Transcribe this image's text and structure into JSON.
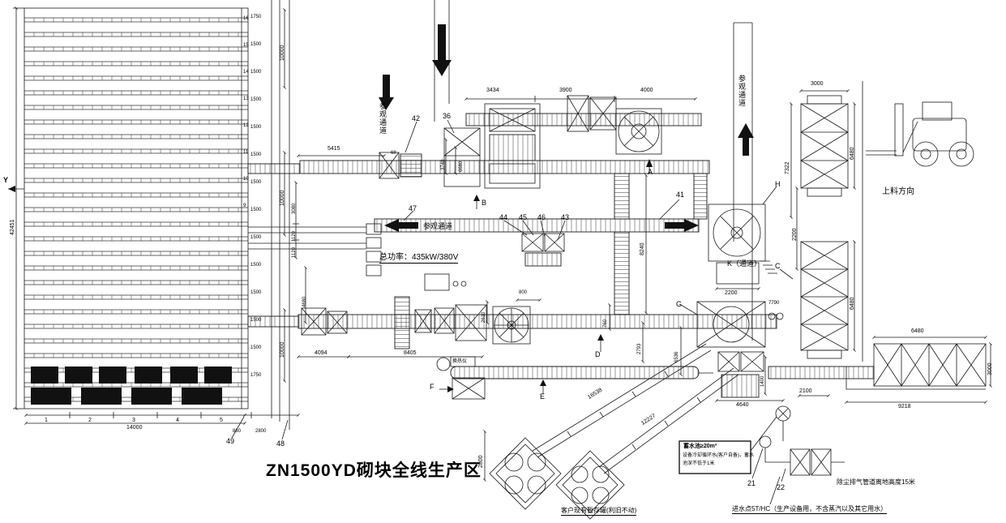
{
  "title": "ZN1500YD砌块全线生产区",
  "axes": {
    "y": "Y"
  },
  "corridors": {
    "visitor_top": "参观通道",
    "visitor_right": "参观通道",
    "visitor_mid": "参观通道",
    "k_passage": "K（通道）",
    "loading_direction": "上料方向"
  },
  "power": "总功率：435kW/380V",
  "sections": {
    "a": "A",
    "b": "B",
    "c": "C",
    "d": "D",
    "e": "E",
    "f": "F",
    "g": "G",
    "h": "H"
  },
  "callouts": {
    "c21": "21",
    "c22": "22",
    "c36": "36",
    "c41": "41",
    "c42": "42",
    "c43": "43",
    "c44": "44",
    "c45": "45",
    "c46": "46",
    "c47": "47",
    "c48": "48",
    "c49": "49"
  },
  "left_rack": {
    "bays": [
      "1",
      "2",
      "3",
      "4",
      "5"
    ],
    "row_numbers": [
      "16",
      "15",
      "14",
      "13",
      "12",
      "11",
      "10",
      "9"
    ],
    "row_dims": [
      "1750",
      "1500",
      "1500",
      "1500",
      "1500",
      "1500",
      "1500",
      "1500",
      "1500",
      "1500",
      "1500",
      "1500",
      "1500",
      "1750"
    ]
  },
  "dims": {
    "d42451": "42451",
    "d14000": "14000",
    "d860": "860",
    "d2800_left": "2800",
    "d10000_top": "10000",
    "d10000_mid": "10000",
    "d10000_low": "10000",
    "d3080": "3080",
    "d1120_a": "1120",
    "d1120_b": "1120",
    "d4680": "4680",
    "d5415": "5415",
    "d68": "68",
    "d3740": "3740",
    "d6680": "6680",
    "d3434": "3434",
    "d3900": "3900",
    "d4000": "4000",
    "d8240": "8240",
    "d3000_top": "3000",
    "d7322": "7322",
    "d6480_top": "6480",
    "d2200_right": "2200",
    "d6480_mid": "6480",
    "d2200_mixer": "2200",
    "d7790": "7790",
    "d760": "760",
    "d2793": "2793",
    "d6536": "6536",
    "d2610": "2610",
    "d800": "800",
    "d8405": "8405",
    "d4094": "4094",
    "d1400": "1400",
    "d4640": "4640",
    "d2100": "2100",
    "d9218": "9218",
    "d6480_bottom": "6480",
    "d3000_bottom": "3000",
    "d16538": "16538",
    "d12227": "12227",
    "d2800_diag": "2800"
  },
  "notes": {
    "water_tank_title": "蓄水池≥20m³",
    "water_tank_line2": "设备冷却循环水(客户自备)，蓄水",
    "water_tank_line3": "池深不低于1米",
    "existing_tanks": "客户现有暂存罐(利旧不动)",
    "water_inlet": "进水点5T/HC（生产设备用，不含蒸汽以及其它用水）",
    "dust_pipe": "除尘排气管道离地高度15米",
    "heat_exchanger": "换热仪"
  }
}
